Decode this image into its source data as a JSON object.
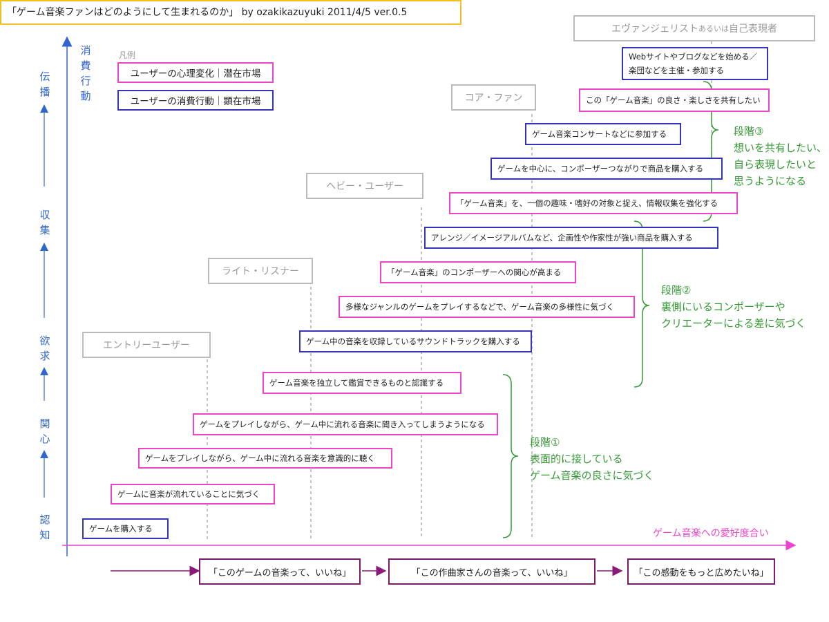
{
  "title": "「ゲーム音楽ファンはどのようにして生まれるのか」 by ozakikazuyuki 2011/4/5 ver.0.5",
  "y_axis": {
    "label": "消費行動",
    "levels": [
      "伝播",
      "収集",
      "欲求",
      "関心",
      "認知"
    ]
  },
  "x_axis": {
    "label": "ゲーム音楽への愛好度合い"
  },
  "legend": {
    "title": "凡例",
    "items": [
      {
        "text": "ユーザーの心理変化｜潜在市場",
        "color": "#ee44cc"
      },
      {
        "text": "ユーザーの消費行動｜顕在市場",
        "color": "#3333bb"
      }
    ]
  },
  "segments": {
    "entry": "エントリーユーザー",
    "light": "ライト・リスナー",
    "heavy": "ヘビー・ユーザー",
    "core": "コア・ファン",
    "evangelist_main": "エヴァンジェリスト",
    "evangelist_mid": "あるいは",
    "evangelist_end": "自己表現者"
  },
  "steps": {
    "buy_game": "ゲームを購入する",
    "notice_music": "ゲームに音楽が流れていることに気づく",
    "listen_consciously": "ゲームをプレイしながら、ゲーム中に流れる音楽を意識的に聴く",
    "absorbed": "ゲームをプレイしながら、ゲーム中に流れる音楽に聞き入ってしまうようになる",
    "recognize_independent": "ゲーム音楽を独立して鑑賞できるものと認識する",
    "buy_soundtrack": "ゲーム中の音楽を収録しているサウンドトラックを購入する",
    "diversity": "多様なジャンルのゲームをプレイするなどで、ゲーム音楽の多様性に気づく",
    "composer_interest": "「ゲーム音楽」のコンポーザーへの関心が高まる",
    "buy_arrange": "アレンジ／イメージアルバムなど、企画性や作家性が強い商品を購入する",
    "hobby": "「ゲーム音楽」を、一個の趣味・嗜好の対象と捉え、情報収集を強化する",
    "buy_composer": "ゲームを中心に、コンポーザーつながりで商品を購入する",
    "concert": "ゲーム音楽コンサートなどに参加する",
    "share": "この「ゲーム音楽」の良さ・楽しさを共有したい",
    "web_line1": "Webサイトやブログなどを始める／",
    "web_line2": "楽団などを主催・参加する"
  },
  "stages": {
    "s1": {
      "line1": "段階①",
      "line2": "表面的に接している",
      "line3": "ゲーム音楽の良さに気づく"
    },
    "s2": {
      "line1": "段階②",
      "line2": "裏側にいるコンポーザーや",
      "line3": "クリエーターによる差に気づく"
    },
    "s3": {
      "line1": "段階③",
      "line2": "想いを共有したい、",
      "line3": "自ら表現したいと",
      "line4": "思うようになる"
    }
  },
  "bottom_flow": [
    "「このゲームの音楽って、いいね」",
    "「この作曲家さんの音楽って、いいね」",
    "「この感動をもっと広めたいね」"
  ],
  "colors": {
    "pink": "#ee44cc",
    "blue": "#3333bb",
    "green": "#339933",
    "axis_blue": "#3366cc",
    "gray": "#bbbbbb",
    "title_border": "#f0c020",
    "flow": "#8a1a7a"
  }
}
